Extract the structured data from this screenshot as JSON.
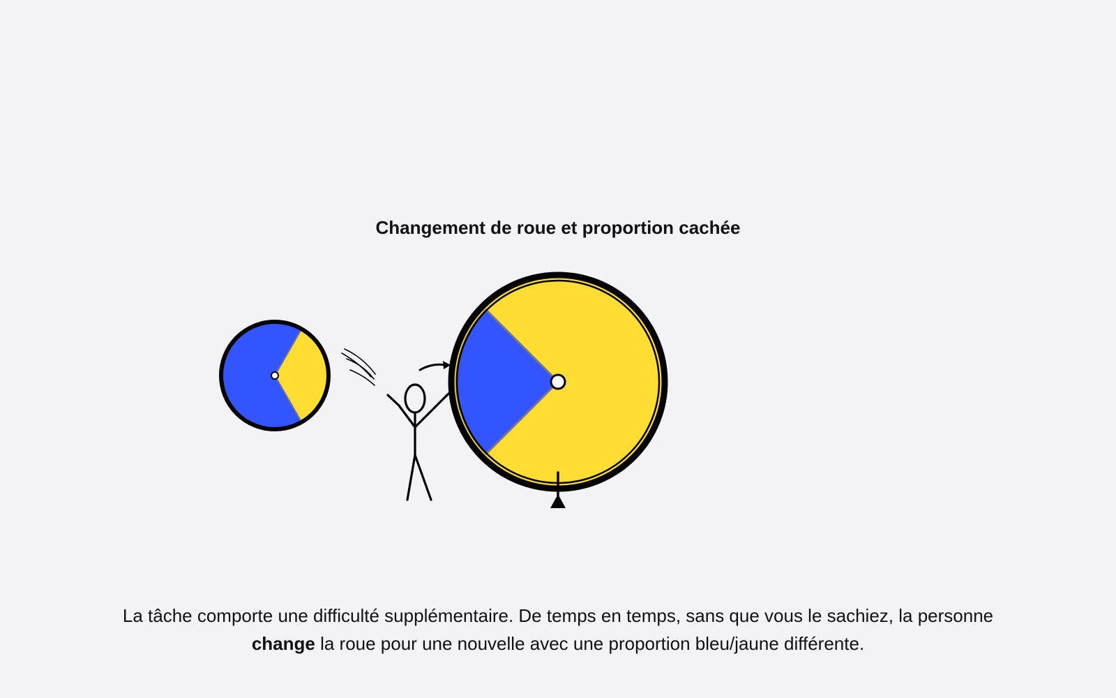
{
  "title": "Changement de roue et proportion cachée",
  "caption": {
    "line1": "La tâche comporte une difficulté supplémentaire. De temps en temps, sans que vous le sachiez, la personne",
    "line2_bold": "change",
    "line2_rest": " la roue pour une nouvelle avec une proportion bleu/jaune différente."
  },
  "colors": {
    "background": "#f3f2f5",
    "blue": "#3355ff",
    "yellow": "#ffdd33",
    "ink": "#111111"
  },
  "icons": [
    "old-wheel-icon",
    "motion-lines-icon",
    "stick-figure-icon",
    "swap-arrow-icon",
    "new-wheel-icon",
    "pointer-icon"
  ]
}
